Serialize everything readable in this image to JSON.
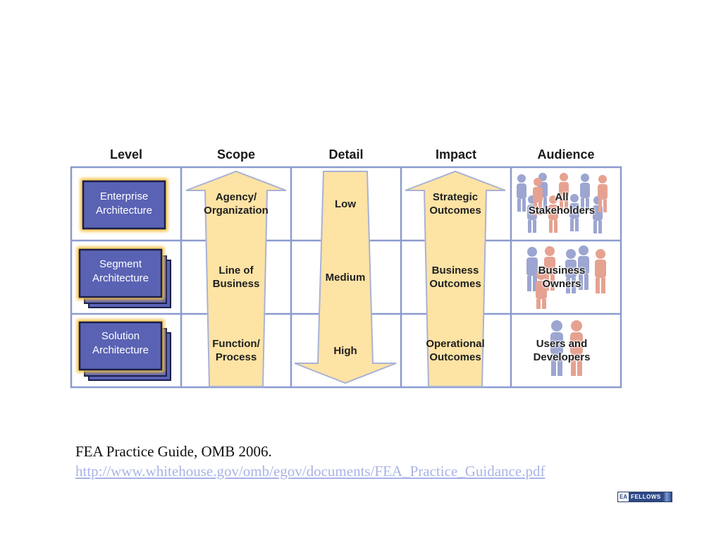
{
  "headers": {
    "level": "Level",
    "scope": "Scope",
    "detail": "Detail",
    "impact": "Impact",
    "audience": "Audience"
  },
  "levels": [
    {
      "line1": "Enterprise",
      "line2": "Architecture"
    },
    {
      "line1": "Segment",
      "line2": "Architecture"
    },
    {
      "line1": "Solution",
      "line2": "Architecture"
    }
  ],
  "scope": [
    {
      "line1": "Agency/",
      "line2": "Organization"
    },
    {
      "line1": "Line of",
      "line2": "Business"
    },
    {
      "line1": "Function/",
      "line2": "Process"
    }
  ],
  "detail": [
    "Low",
    "Medium",
    "High"
  ],
  "impact": [
    {
      "line1": "Strategic",
      "line2": "Outcomes"
    },
    {
      "line1": "Business",
      "line2": "Outcomes"
    },
    {
      "line1": "Operational",
      "line2": "Outcomes"
    }
  ],
  "audience": [
    {
      "line1": "All",
      "line2": "Stakeholders"
    },
    {
      "line1": "Business",
      "line2": "Owners"
    },
    {
      "line1": "Users and",
      "line2": "Developers"
    }
  ],
  "citation": {
    "text": "FEA Practice Guide, OMB 2006.",
    "url": "http://www.whitehouse.gov/omb/egov/documents/FEA_Practice_Guidance.pdf"
  },
  "logo": {
    "part1": "EA",
    "part2": "FELLOWS"
  },
  "colors": {
    "grid_line": "#8c9bcf",
    "box_fill": "#5a62b4",
    "box_border": "#1b1f4a",
    "box_glow": "#f3c03a",
    "arrow_fill": "#fde3a4",
    "arrow_stroke": "#a9b2d6",
    "person_blue": "#8b97c9",
    "person_red": "#e2927e"
  }
}
